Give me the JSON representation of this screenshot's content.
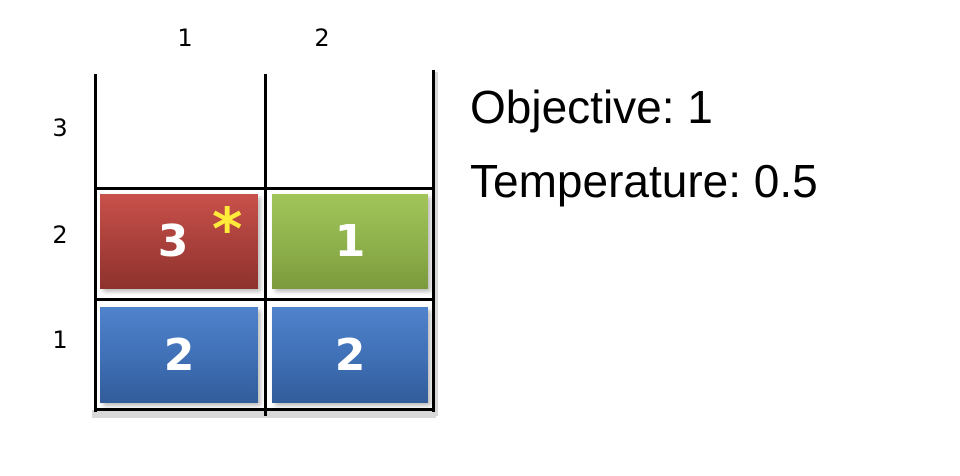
{
  "columns": [
    "1",
    "2"
  ],
  "rows": [
    "3",
    "2",
    "1"
  ],
  "tiles": [
    {
      "row": "2",
      "col": "1",
      "label": "3",
      "color": "#b3443e",
      "marked": true
    },
    {
      "row": "2",
      "col": "2",
      "label": "1",
      "color": "#8fb04b",
      "marked": false
    },
    {
      "row": "1",
      "col": "1",
      "label": "2",
      "color": "#3f70b6",
      "marked": false
    },
    {
      "row": "1",
      "col": "2",
      "label": "2",
      "color": "#3f70b6",
      "marked": false
    }
  ],
  "marker": "*",
  "objective": "Objective: 1",
  "temperature": "Temperature: 0.5"
}
